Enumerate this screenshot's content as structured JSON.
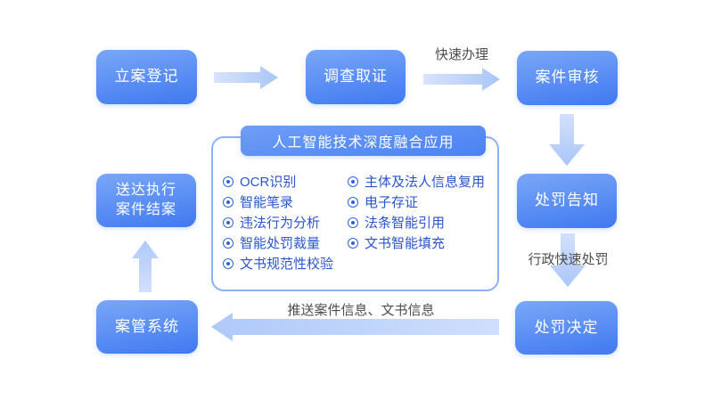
{
  "diagram": {
    "nodes": {
      "case_registration": "立案登记",
      "investigation": "调查取证",
      "case_review": "案件审核",
      "penalty_notice": "处罚告知",
      "penalty_decision": "处罚决定",
      "case_mgmt_system": "案管系统",
      "delivery_line1": "送达执行",
      "delivery_line2": "案件结案"
    },
    "edge_labels": {
      "fast_handling": "快速办理",
      "admin_fast_penalty": "行政快速处罚",
      "push_info": "推送案件信息、文书信息"
    },
    "ai_panel": {
      "title": "人工智能技术深度融合应用",
      "left_items": [
        "OCR识别",
        "智能笔录",
        "违法行为分析",
        "智能处罚裁量",
        "文书规范性校验"
      ],
      "right_items": [
        "主体及法人信息复用",
        "电子存证",
        "法条智能引用",
        "文书智能填充"
      ]
    },
    "colors": {
      "node_gradient_top": "#79a7f7",
      "node_gradient_bottom": "#4079f1",
      "arrow_fill_light": "#d3e0fc",
      "arrow_fill_dark": "#a9c6f8",
      "panel_border": "#8cb0f4",
      "item_text": "#2a55cf",
      "edge_label_text": "#4d4d4d",
      "node_text": "#ffffff"
    }
  }
}
